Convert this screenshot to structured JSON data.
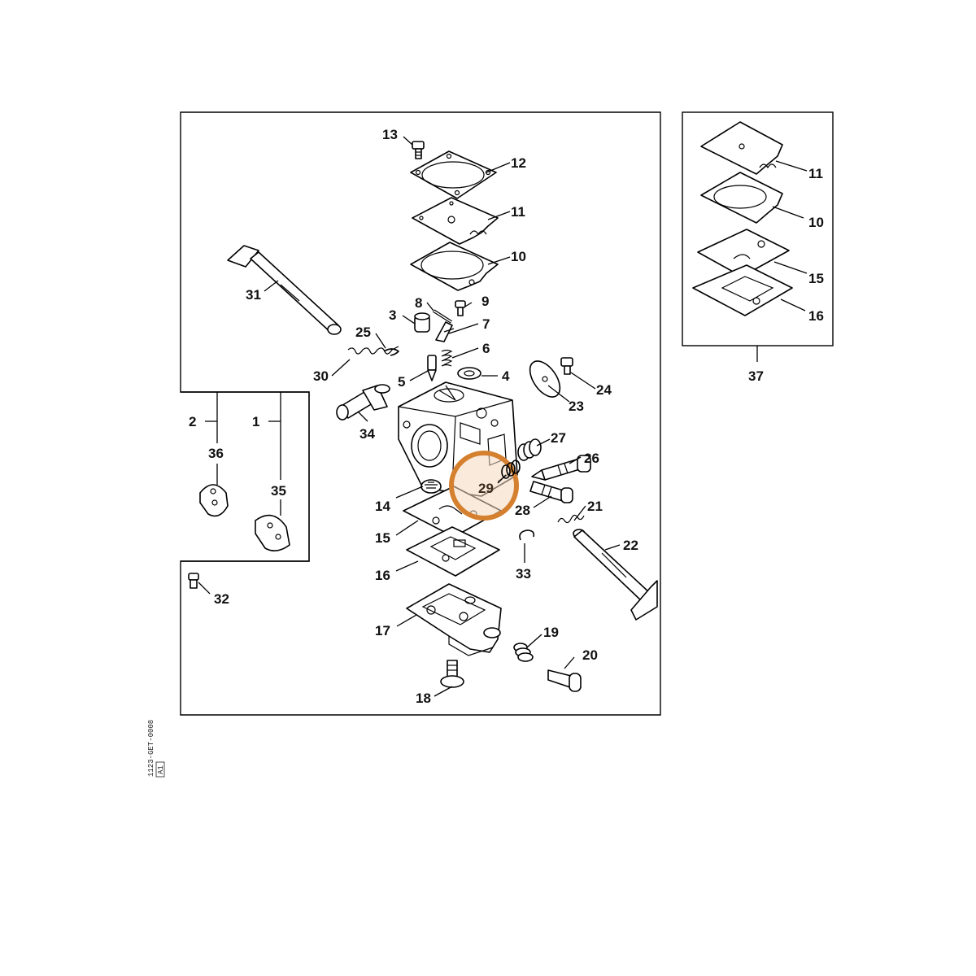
{
  "diagram": {
    "highlighted_part": "29",
    "highlight_color": "#d4802f",
    "drawing_code": "1123-GET-0008",
    "drawing_code_suffix": "A1"
  },
  "labels": {
    "p1": "1",
    "p2": "2",
    "p3": "3",
    "p4": "4",
    "p5": "5",
    "p6": "6",
    "p7": "7",
    "p8": "8",
    "p9": "9",
    "p10": "10",
    "p11": "11",
    "p12": "12",
    "p13": "13",
    "p14": "14",
    "p15": "15",
    "p16": "16",
    "p17": "17",
    "p18": "18",
    "p19": "19",
    "p20": "20",
    "p21": "21",
    "p22": "22",
    "p23": "23",
    "p24": "24",
    "p25": "25",
    "p26": "26",
    "p27": "27",
    "p28": "28",
    "p29": "29",
    "p30": "30",
    "p31": "31",
    "p32": "32",
    "p33": "33",
    "p34": "34",
    "p35": "35",
    "p36": "36",
    "k11": "11",
    "k10": "10",
    "k15": "15",
    "k16": "16",
    "k37": "37"
  }
}
